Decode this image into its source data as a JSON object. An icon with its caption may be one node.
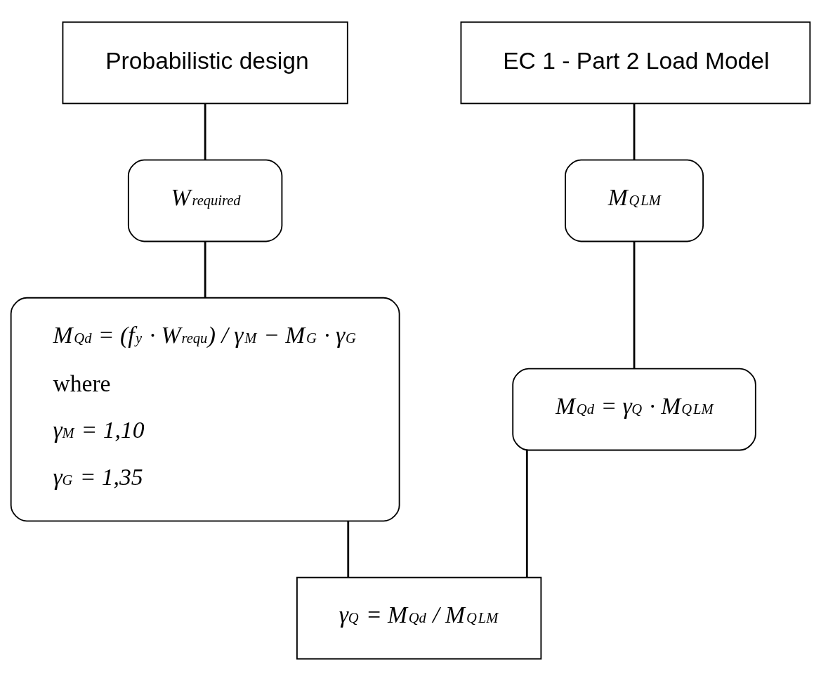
{
  "diagram": {
    "nodes": [
      {
        "text": [
          "Probabilistic design"
        ]
      },
      {
        "text": [
          "EC 1 - Part 2 Load Model"
        ]
      },
      {
        "text": [
          "W$_{required}$"
        ]
      },
      {
        "text": [
          "M$_{Qd}$ = (f$_{y}$ · W$_{requ}$) / γ$_{M}$ − M$_{G}$ · γ$_{G}$",
          "where",
          "γ$_{M}$ = 1,10",
          "γ$_{G}$ = 1,35"
        ]
      },
      {
        "text": [
          "M$_{Q}$$^{LM}$"
        ]
      },
      {
        "text": [
          "M$_{Qd}$ = γ$_{Q}$ · M$_{Q}$$^{LM}$"
        ]
      },
      {
        "text": [
          "γ$_{Q}$ = M$_{Qd}$ / M$_{Q}$$^{LM}$"
        ]
      }
    ],
    "edges": [
      {
        "from": 0,
        "to": 2,
        "arrow": "none"
      },
      {
        "from": 2,
        "to": 3,
        "arrow": "none"
      },
      {
        "from": 1,
        "to": 4,
        "arrow": "none"
      },
      {
        "from": 4,
        "to": 5,
        "arrow": "none"
      },
      {
        "from": 3,
        "to": 6,
        "arrow": "none"
      },
      {
        "from": 5,
        "to": 6,
        "arrow": "none"
      }
    ]
  }
}
